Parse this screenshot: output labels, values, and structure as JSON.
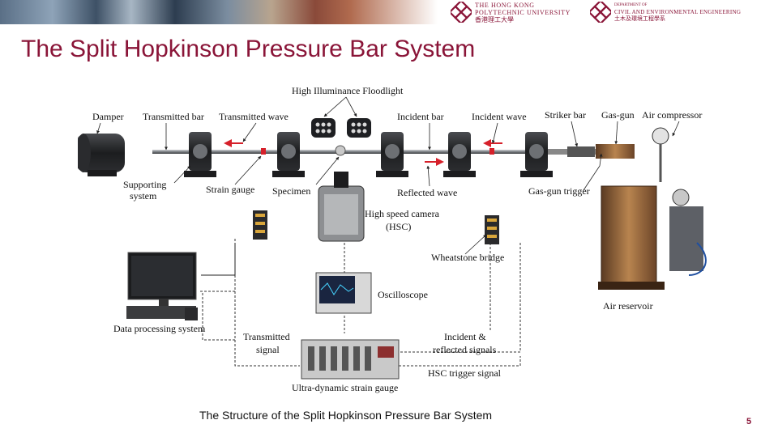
{
  "header": {
    "logo1": {
      "line1": "THE HONG KONG",
      "line2": "POLYTECHNIC UNIVERSITY",
      "line3": "香港理工大學"
    },
    "logo2": {
      "line1": "DEPARTMENT OF",
      "line2": "CIVIL AND ENVIRONMENTAL ENGINEERING",
      "line3": "土木及環境工程學系"
    }
  },
  "slide": {
    "title": "The Split Hopkinson Pressure Bar System",
    "caption": "The Structure of the Split Hopkinson Pressure Bar System",
    "page_number": "5"
  },
  "diagram": {
    "labels": {
      "floodlight": "High Illuminance Floodlight",
      "damper": "Damper",
      "transmitted_bar": "Transmitted bar",
      "transmitted_wave": "Transmitted wave",
      "incident_bar": "Incident bar",
      "incident_wave": "Incident wave",
      "striker_bar": "Striker bar",
      "gas_gun": "Gas-gun",
      "air_compressor": "Air compressor",
      "supporting_1": "Supporting",
      "supporting_2": "system",
      "strain_gauge": "Strain gauge",
      "specimen": "Specimen",
      "reflected_wave": "Reflected wave",
      "gas_gun_trigger": "Gas-gun trigger",
      "hsc_1": "High speed camera",
      "hsc_2": "(HSC)",
      "wheatstone": "Wheatstone bridge",
      "oscilloscope": "Oscilloscope",
      "air_reservoir": "Air reservoir",
      "data_processing": "Data processing system",
      "transmitted_signal_1": "Transmitted",
      "transmitted_signal_2": "signal",
      "incident_reflected_1": "Incident &",
      "incident_reflected_2": "reflected signals",
      "hsc_trigger": "HSC trigger signal",
      "strain_gauge_device": "Ultra-dynamic strain gauge"
    }
  }
}
